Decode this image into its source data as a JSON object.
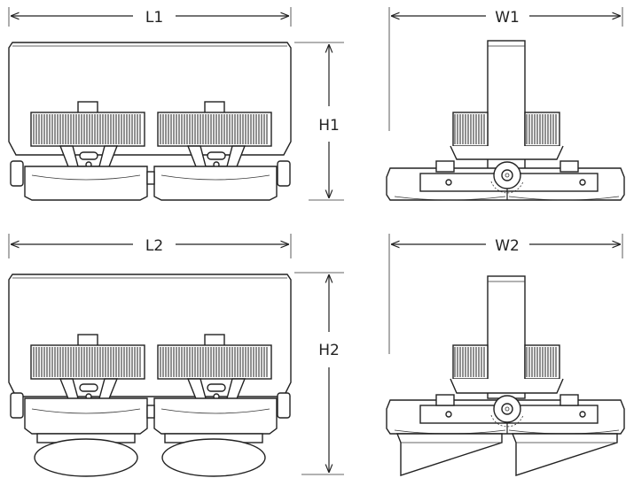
{
  "labels": {
    "l1": "L1",
    "w1": "W1",
    "h1": "H1",
    "l2": "L2",
    "w2": "W2",
    "h2": "H2"
  }
}
